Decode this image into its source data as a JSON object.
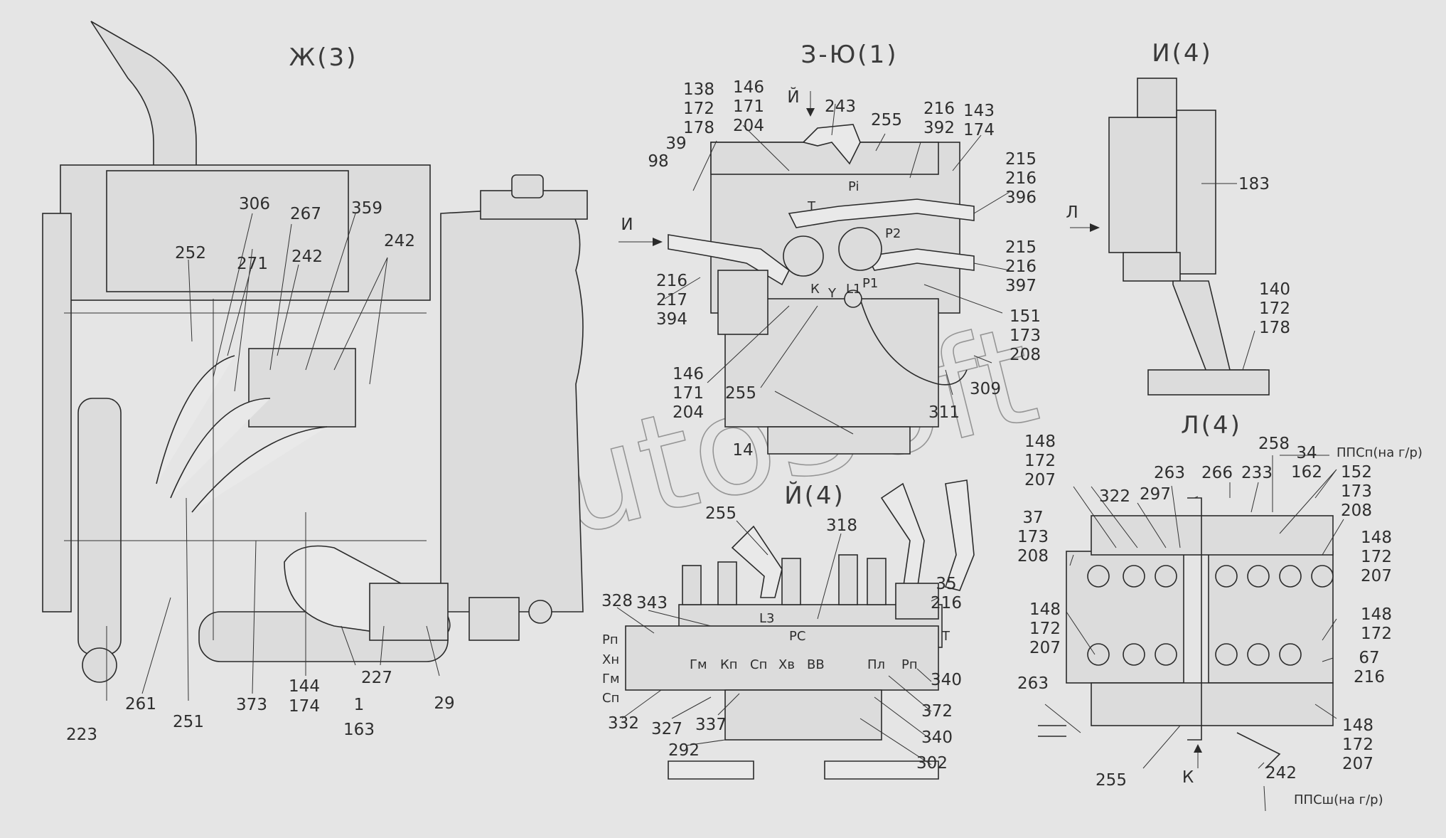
{
  "watermark": "AutoSoft",
  "views": [
    {
      "id": "zh",
      "title": "Ж(3)"
    },
    {
      "id": "z",
      "title": "З-Ю(1)"
    },
    {
      "id": "i",
      "title": "И(4)"
    },
    {
      "id": "y",
      "title": "Й(4)"
    },
    {
      "id": "l",
      "title": "Л(4)"
    }
  ],
  "arrows": [
    {
      "id": "I",
      "label": "И"
    },
    {
      "id": "L",
      "label": "Л"
    },
    {
      "id": "Y",
      "label": "Й"
    },
    {
      "id": "K",
      "label": "К"
    }
  ],
  "callouts": {
    "zh": [
      {
        "id": "zh306",
        "text": "306"
      },
      {
        "id": "zh267",
        "text": "267"
      },
      {
        "id": "zh359",
        "text": "359"
      },
      {
        "id": "zh252",
        "text": "252"
      },
      {
        "id": "zh271",
        "text": "271"
      },
      {
        "id": "zh242a",
        "text": "242"
      },
      {
        "id": "zh242b",
        "text": "242"
      },
      {
        "id": "zh223",
        "text": "223"
      },
      {
        "id": "zh261",
        "text": "261"
      },
      {
        "id": "zh251",
        "text": "251"
      },
      {
        "id": "zh373",
        "text": "373"
      },
      {
        "id": "zh144",
        "text": "144"
      },
      {
        "id": "zh174",
        "text": "174"
      },
      {
        "id": "zh1",
        "text": "1"
      },
      {
        "id": "zh163",
        "text": "163"
      },
      {
        "id": "zh227",
        "text": "227"
      },
      {
        "id": "zh29",
        "text": "29"
      }
    ],
    "z": [
      {
        "id": "z138",
        "text": "138"
      },
      {
        "id": "z172a",
        "text": "172"
      },
      {
        "id": "z178",
        "text": "178"
      },
      {
        "id": "z39",
        "text": "39"
      },
      {
        "id": "z98",
        "text": "98"
      },
      {
        "id": "z146a",
        "text": "146"
      },
      {
        "id": "z171a",
        "text": "171"
      },
      {
        "id": "z204a",
        "text": "204"
      },
      {
        "id": "z243",
        "text": "243"
      },
      {
        "id": "z255a",
        "text": "255"
      },
      {
        "id": "z216a",
        "text": "216"
      },
      {
        "id": "z392",
        "text": "392"
      },
      {
        "id": "z143",
        "text": "143"
      },
      {
        "id": "z174",
        "text": "174"
      },
      {
        "id": "z215a",
        "text": "215"
      },
      {
        "id": "z216b",
        "text": "216"
      },
      {
        "id": "z396",
        "text": "396"
      },
      {
        "id": "z215b",
        "text": "215"
      },
      {
        "id": "z216c",
        "text": "216"
      },
      {
        "id": "z397",
        "text": "397"
      },
      {
        "id": "z151",
        "text": "151"
      },
      {
        "id": "z173",
        "text": "173"
      },
      {
        "id": "z208",
        "text": "208"
      },
      {
        "id": "z216d",
        "text": "216"
      },
      {
        "id": "z217",
        "text": "217"
      },
      {
        "id": "z394",
        "text": "394"
      },
      {
        "id": "z146b",
        "text": "146"
      },
      {
        "id": "z171b",
        "text": "171"
      },
      {
        "id": "z204b",
        "text": "204"
      },
      {
        "id": "z255b",
        "text": "255"
      },
      {
        "id": "z309",
        "text": "309"
      },
      {
        "id": "z311",
        "text": "311"
      },
      {
        "id": "z14",
        "text": "14"
      }
    ],
    "i": [
      {
        "id": "i183",
        "text": "183"
      },
      {
        "id": "i140",
        "text": "140"
      },
      {
        "id": "i172",
        "text": "172"
      },
      {
        "id": "i178",
        "text": "178"
      }
    ],
    "y": [
      {
        "id": "y255",
        "text": "255"
      },
      {
        "id": "y318",
        "text": "318"
      },
      {
        "id": "y328",
        "text": "328"
      },
      {
        "id": "y343",
        "text": "343"
      },
      {
        "id": "y35",
        "text": "35"
      },
      {
        "id": "y216",
        "text": "216"
      },
      {
        "id": "y340a",
        "text": "340"
      },
      {
        "id": "y372",
        "text": "372"
      },
      {
        "id": "y340b",
        "text": "340"
      },
      {
        "id": "y302",
        "text": "302"
      },
      {
        "id": "y332",
        "text": "332"
      },
      {
        "id": "y327",
        "text": "327"
      },
      {
        "id": "y337",
        "text": "337"
      },
      {
        "id": "y292",
        "text": "292"
      }
    ],
    "l": [
      {
        "id": "l148a",
        "text": "148"
      },
      {
        "id": "l172a",
        "text": "172"
      },
      {
        "id": "l207a",
        "text": "207"
      },
      {
        "id": "l322",
        "text": "322"
      },
      {
        "id": "l263a",
        "text": "263"
      },
      {
        "id": "l297",
        "text": "297"
      },
      {
        "id": "l266",
        "text": "266"
      },
      {
        "id": "l233",
        "text": "233"
      },
      {
        "id": "l258",
        "text": "258"
      },
      {
        "id": "l34",
        "text": "34"
      },
      {
        "id": "l162",
        "text": "162"
      },
      {
        "id": "l152",
        "text": "152"
      },
      {
        "id": "l173a",
        "text": "173"
      },
      {
        "id": "l208a",
        "text": "208"
      },
      {
        "id": "l37",
        "text": "37"
      },
      {
        "id": "l173b",
        "text": "173"
      },
      {
        "id": "l208b",
        "text": "208"
      },
      {
        "id": "l148b",
        "text": "148"
      },
      {
        "id": "l172b",
        "text": "172"
      },
      {
        "id": "l207b",
        "text": "207"
      },
      {
        "id": "l148c",
        "text": "148"
      },
      {
        "id": "l172c",
        "text": "172"
      },
      {
        "id": "l207c",
        "text": "207"
      },
      {
        "id": "l148d",
        "text": "148"
      },
      {
        "id": "l172d",
        "text": "172"
      },
      {
        "id": "l67",
        "text": "67"
      },
      {
        "id": "l216",
        "text": "216"
      },
      {
        "id": "l263b",
        "text": "263"
      },
      {
        "id": "l148e",
        "text": "148"
      },
      {
        "id": "l172e",
        "text": "172"
      },
      {
        "id": "l207d",
        "text": "207"
      },
      {
        "id": "l242",
        "text": "242"
      },
      {
        "id": "l255",
        "text": "255"
      }
    ]
  },
  "notes": {
    "pps_p": "ППСп(на г/р)",
    "pps_sh": "ППСш(на г/р)"
  },
  "port_marks": {
    "rp": "Рп",
    "hn": "Хн",
    "gm": "Гм",
    "sp": "Сп",
    "gm2": "Гм",
    "kp": "Кп",
    "sp2": "Сп",
    "hb": "Хв",
    "vv": "ВВ",
    "pl": "Пл",
    "rp2": "Рп",
    "t": "Т",
    "pc": "РС",
    "l3": "L3",
    "k": "К",
    "y": "Y",
    "l1": "L1",
    "p1": "P1",
    "p2": "P2",
    "pi": "Pi"
  }
}
